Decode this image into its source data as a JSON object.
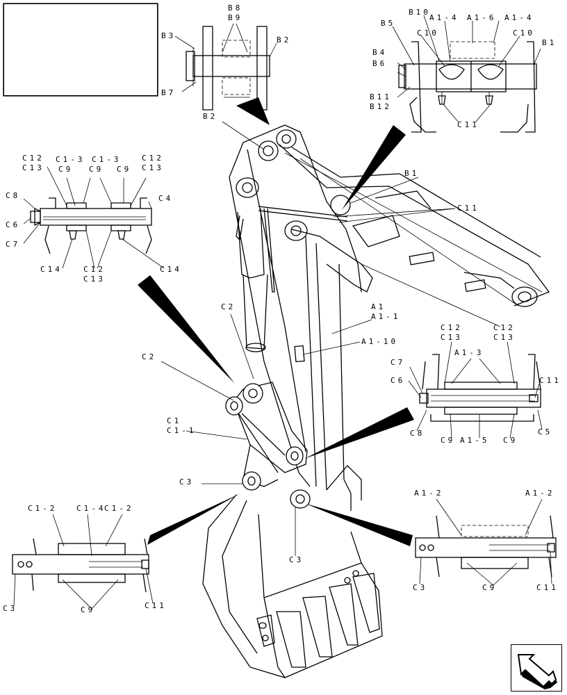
{
  "labels": {
    "thumb_b3": "B3",
    "thumb_b8": "B8",
    "thumb_b9": "B9",
    "thumb_b2": "B2",
    "thumb_b7": "B7",
    "tr_b10": "B10",
    "tr_b5": "B5",
    "tr_a14": "A1-4",
    "tr_a16": "A1-6",
    "tr_a14b": "A1-4",
    "tr_c10a": "C10",
    "tr_c10b": "C10",
    "tr_b1": "B1",
    "tr_b4": "B4",
    "tr_b6": "B6",
    "tr_b11": "B11",
    "tr_b12": "B12",
    "tr_c11": "C11",
    "main_b2": "B2",
    "main_b1": "B1",
    "main_c11": "C11",
    "left_c12a": "C12",
    "left_c13a": "C13",
    "left_c13": "C1-3",
    "left_c9a": "C9",
    "left_c13b": "C1-3",
    "left_c9b": "C9",
    "left_c9c": "C9",
    "left_c12b": "C12",
    "left_c13c": "C13",
    "left_c8": "C8",
    "left_c4": "C4",
    "left_c6": "C6",
    "left_c7": "C7",
    "left_c14a": "C14",
    "left_c12c": "C12",
    "left_c13d": "C13",
    "left_c14b": "C14",
    "main_c2a": "C2",
    "main_a1": "A1",
    "main_a11": "A1-1",
    "main_a110": "A1-10",
    "main_c2b": "C2",
    "main_c1": "C1",
    "main_c11b": "C1-1",
    "main_c3a": "C3",
    "main_c3b": "C3",
    "mr_c12a": "C12",
    "mr_c13a": "C13",
    "mr_c12b": "C12",
    "mr_c13b": "C13",
    "mr_a13": "A1-3",
    "mr_c7": "C7",
    "mr_c6": "C6",
    "mr_c11": "C11",
    "mr_c8": "C8",
    "mr_c9a": "C9",
    "mr_a15": "A1-5",
    "mr_c9b": "C9",
    "mr_c5": "C5",
    "bl_c12a": "C1-2",
    "bl_c14": "C1-4",
    "bl_c12b": "C1-2",
    "bl_c3": "C3",
    "bl_c9": "C9",
    "bl_c11": "C11",
    "br_a12a": "A1-2",
    "br_a12b": "A1-2",
    "br_c3": "C3",
    "br_c9": "C9",
    "br_c11": "C11"
  },
  "nav": {
    "icon": "arrow-up-left-icon"
  }
}
